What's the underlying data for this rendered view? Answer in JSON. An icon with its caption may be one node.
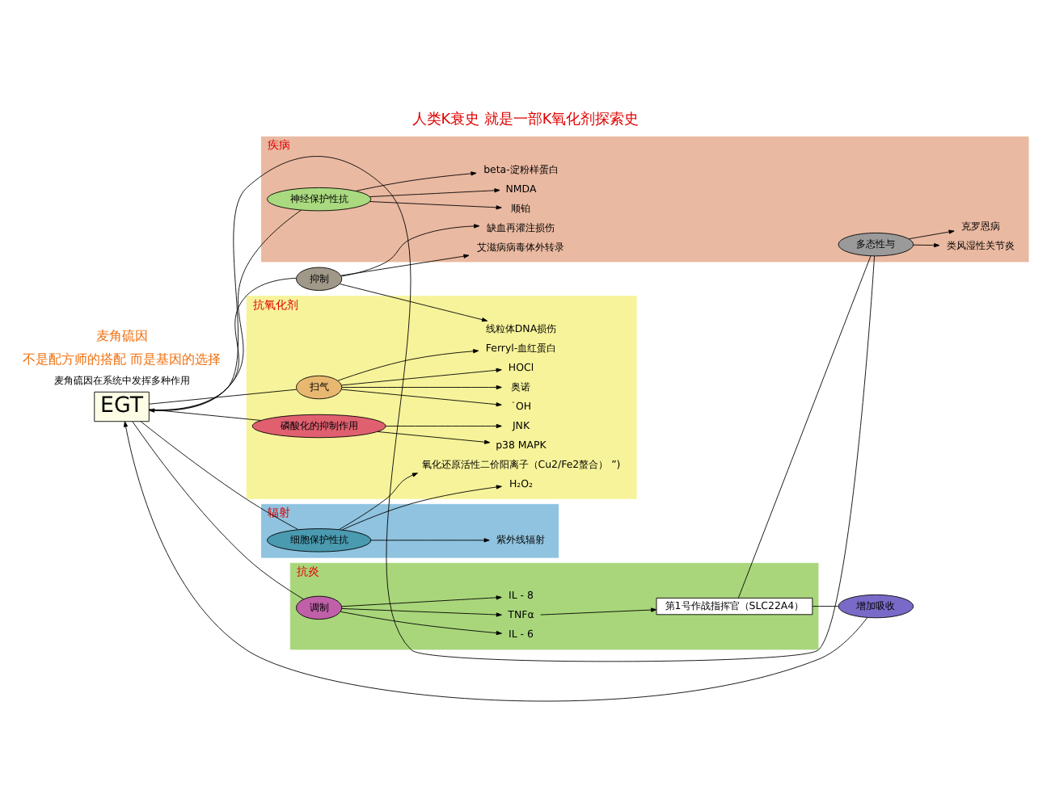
{
  "diagram": {
    "title": "人类K衰史 就是一部K氧化剂探索史",
    "caption": "麦角硫因在系统中发挥多种作用",
    "nodes": [
      {
        "text": [
          "抗氧化剂"
        ]
      },
      {
        "text": [
          "辐射"
        ]
      },
      {
        "text": [
          "抗炎"
        ]
      },
      {
        "text": [
          "疾病"
        ]
      },
      {
        "text": [
          "EGT"
        ]
      },
      {
        "text": [
          "扫气"
        ],
        "in": 0
      },
      {
        "text": [
          "磷酸化的抑制作用"
        ],
        "in": 0
      },
      {
        "text": [
          "抑制"
        ]
      },
      {
        "text": [
          "细胞保护性抗"
        ],
        "in": 1
      },
      {
        "text": [
          "调制"
        ],
        "in": 2
      },
      {
        "text": [
          "增加吸收"
        ]
      },
      {
        "text": [
          "多态性与"
        ],
        "in": 3
      },
      {
        "text": [
          "神经保护性抗"
        ],
        "in": 3
      },
      {
        "text": [
          "第1号作战指挥官（SLC22A4）"
        ],
        "in": 2
      },
      {
        "text": [
          "˙OH"
        ],
        "in": 0
      },
      {
        "text": [
          "氧化还原活性二价阳离子（Cu2/Fe2螯合） ”)"
        ],
        "in": 0
      },
      {
        "text": [
          "H₂O₂"
        ],
        "in": 0
      },
      {
        "text": [
          "奥诺"
        ],
        "in": 0
      },
      {
        "text": [
          "HOCl"
        ],
        "in": 0
      },
      {
        "text": [
          "Ferryl-血红蛋白"
        ],
        "in": 0
      },
      {
        "text": [
          "p38 MAPK"
        ],
        "in": 0
      },
      {
        "text": [
          "JNK"
        ],
        "in": 0
      },
      {
        "text": [
          "线粒体DNA损伤"
        ],
        "in": 0
      },
      {
        "text": [
          "紫外线辐射"
        ],
        "in": 1
      },
      {
        "text": [
          "IL - 6"
        ],
        "in": 2
      },
      {
        "text": [
          "TNFα"
        ],
        "in": 2
      },
      {
        "text": [
          "IL - 8"
        ],
        "in": 2
      },
      {
        "text": [
          "缺血再灌注损伤"
        ],
        "in": 3
      },
      {
        "text": [
          "艾滋病病毒体外转录"
        ],
        "in": 3
      },
      {
        "text": [
          "顺铂"
        ],
        "in": 3
      },
      {
        "text": [
          "NMDA"
        ],
        "in": 3
      },
      {
        "text": [
          "beta-淀粉样蛋白"
        ],
        "in": 3
      },
      {
        "text": [
          "类风湿性关节炎"
        ],
        "in": 3
      },
      {
        "text": [
          "克罗恩病"
        ],
        "in": 3
      }
    ],
    "edges": [
      {
        "from": 4,
        "to": 5,
        "arrow": "none"
      },
      {
        "from": 5,
        "to": 14,
        "arrow": "to"
      },
      {
        "from": 5,
        "to": 17,
        "arrow": "to"
      },
      {
        "from": 5,
        "to": 18,
        "arrow": "to"
      },
      {
        "from": 5,
        "to": 19,
        "arrow": "to"
      },
      {
        "from": 4,
        "to": 8,
        "arrow": "none"
      },
      {
        "from": 8,
        "to": 15,
        "arrow": "to"
      },
      {
        "from": 8,
        "to": 16,
        "arrow": "to"
      },
      {
        "from": 8,
        "to": 23,
        "arrow": "to"
      },
      {
        "from": 4,
        "to": 6,
        "arrow": "none"
      },
      {
        "from": 6,
        "to": 20,
        "arrow": "to"
      },
      {
        "from": 6,
        "to": 21,
        "arrow": "to"
      },
      {
        "from": 4,
        "to": 7,
        "arrow": "none"
      },
      {
        "from": 7,
        "to": 22,
        "arrow": "to"
      },
      {
        "from": 7,
        "to": 27,
        "arrow": "to"
      },
      {
        "from": 7,
        "to": 28,
        "arrow": "to"
      },
      {
        "from": 4,
        "to": 9,
        "arrow": "none"
      },
      {
        "from": 9,
        "to": 24,
        "arrow": "to"
      },
      {
        "from": 9,
        "to": 25,
        "arrow": "to"
      },
      {
        "from": 9,
        "to": 26,
        "arrow": "to"
      },
      {
        "from": 25,
        "to": 13,
        "arrow": "to"
      },
      {
        "from": 13,
        "to": 10,
        "arrow": "none"
      },
      {
        "from": 10,
        "to": 4,
        "arrow": "to"
      },
      {
        "from": 13,
        "to": 11,
        "arrow": "none"
      },
      {
        "from": 11,
        "to": 4,
        "arrow": "to"
      },
      {
        "from": 11,
        "to": 32,
        "arrow": "to"
      },
      {
        "from": 11,
        "to": 33,
        "arrow": "to"
      },
      {
        "from": 4,
        "to": 12,
        "arrow": "none"
      },
      {
        "from": 12,
        "to": 29,
        "arrow": "to"
      },
      {
        "from": 12,
        "to": 30,
        "arrow": "to"
      },
      {
        "from": 12,
        "to": 31,
        "arrow": "to"
      }
    ],
    "labels": [
      "麦角硫因",
      "不是配方师的搭配 而是基因的选择"
    ]
  }
}
